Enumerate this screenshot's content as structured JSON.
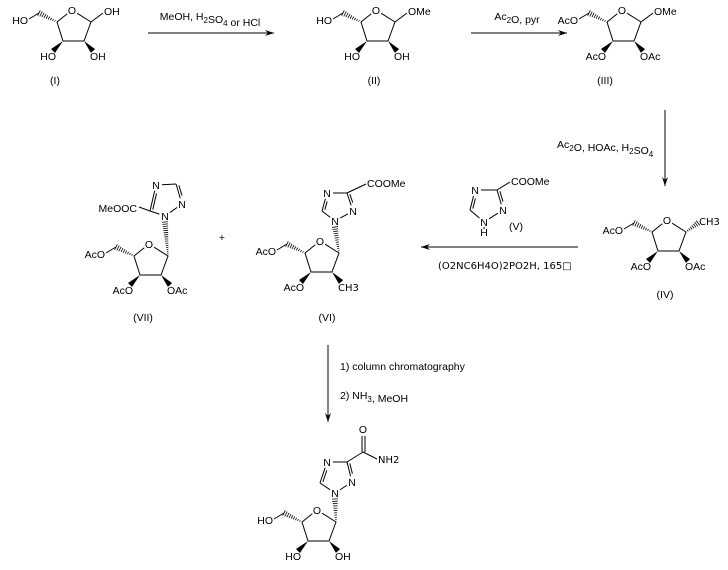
{
  "molecules": {
    "I": {
      "label": "(I)",
      "ring_o": "O",
      "left": "HO",
      "right": "OH",
      "bottom_left": "HO",
      "bottom_right": "OH"
    },
    "II": {
      "label": "(II)",
      "ring_o": "O",
      "left": "HO",
      "right": "OMe",
      "bottom_left": "HO",
      "bottom_right": "OH"
    },
    "III": {
      "label": "(III)",
      "ring_o": "O",
      "left": "AcO",
      "right": "OMe",
      "bottom_left": "AcO",
      "bottom_right": "OAc"
    },
    "IV": {
      "label": "(IV)",
      "ring_o": "O",
      "left": "AcO",
      "right": "CH3",
      "bottom_left": "AcO",
      "bottom_right": "OAc"
    },
    "V": {
      "label": "(V)",
      "n4": "N",
      "n2": "N",
      "n1": "N",
      "h": "H",
      "substituent": "COOMe"
    },
    "VI": {
      "label": "(VI)",
      "ring_o": "O",
      "left": "AcO",
      "bottom_left": "AcO",
      "bottom_right": "CH3",
      "n4": "N",
      "n2": "N",
      "n1": "N",
      "substituent": "COOMe"
    },
    "VII": {
      "label": "(VII)",
      "ring_o": "O",
      "left": "AcO",
      "bottom_left": "AcO",
      "bottom_right": "OAc",
      "n4": "N",
      "n2": "N",
      "n1": "N",
      "substituent": "MeOOC"
    },
    "final": {
      "ring_o": "O",
      "left": "HO",
      "bottom_left": "HO",
      "bottom_right": "OH",
      "n4": "N",
      "n2": "N",
      "n1": "N",
      "carbonyl_o": "O",
      "amide": "NH2"
    }
  },
  "reagents": {
    "step1": "MeOH, H2SO4 or HCl",
    "step2": "Ac2O, pyr",
    "step3": "Ac2O, HOAc, H2SO4",
    "step4": "(O2NC6H4O)2PO2H, 165□",
    "step5a": "1) column chromatography",
    "step5b": "2) NH3, MeOH"
  },
  "plus": "+"
}
